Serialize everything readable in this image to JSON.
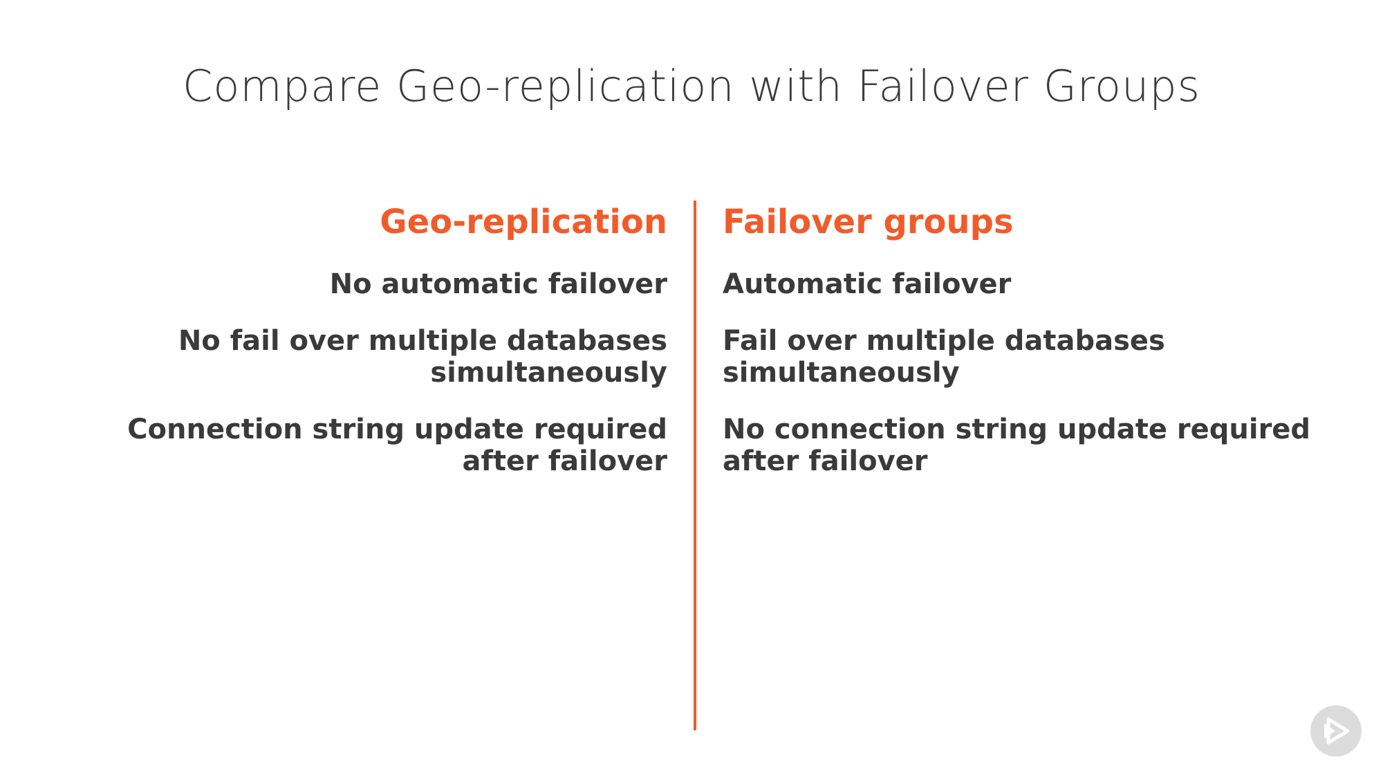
{
  "slide": {
    "title": "Compare Geo-replication with Failover Groups"
  },
  "left_column": {
    "heading": "Geo-replication",
    "items": [
      "No automatic failover",
      "No fail over multiple databases simultaneously",
      "Connection string update required after failover"
    ]
  },
  "right_column": {
    "heading": "Failover groups",
    "items": [
      "Automatic failover",
      "Fail over multiple databases simultaneously",
      "No connection string update required after failover"
    ]
  },
  "logo": {
    "icon": "play-logo-icon"
  },
  "colors": {
    "accent": "#f15b2a",
    "text": "#3a3a3a",
    "background": "#ffffff",
    "logo_bg": "#dcdcdc"
  }
}
